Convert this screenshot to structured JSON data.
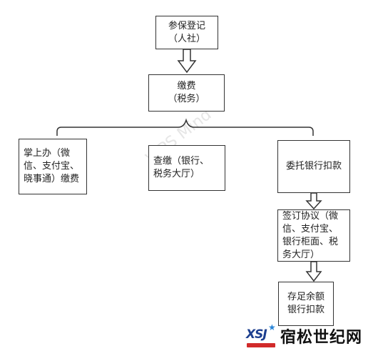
{
  "nodes": {
    "register": "参保登记\n（人社）",
    "pay": "缴费\n（税务）",
    "mobile": "掌上办（微\n信、支付宝、\n晓事通）缴费",
    "counter": "查缴（银行、\n税务大厅）",
    "entrust": "委托银行扣款",
    "sign": "签订协议（微\n信、支付宝、\n银行柜面、税\n务大厅）",
    "deposit": "存足余额\n银行扣款"
  },
  "watermark": "WPS Mind",
  "logo": {
    "mark_text": "XSJ",
    "name": "宿松世纪网"
  },
  "colors": {
    "line": "#333333",
    "logo_blue": "#1d3f8f",
    "logo_red": "#d12a2a"
  }
}
